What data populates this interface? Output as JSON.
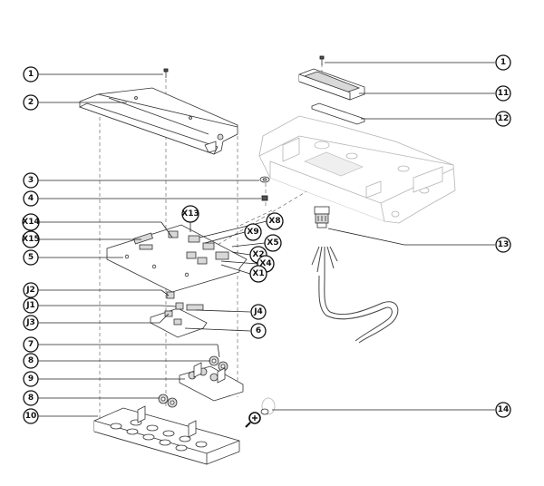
{
  "callouts": [
    {
      "id": "c1a",
      "label": "1"
    },
    {
      "id": "c2",
      "label": "2"
    },
    {
      "id": "c3",
      "label": "3"
    },
    {
      "id": "c4",
      "label": "4"
    },
    {
      "id": "cX14",
      "label": "X14"
    },
    {
      "id": "cX15",
      "label": "X15"
    },
    {
      "id": "c5",
      "label": "5"
    },
    {
      "id": "cJ2",
      "label": "J2"
    },
    {
      "id": "cJ1",
      "label": "J1"
    },
    {
      "id": "cJ3",
      "label": "J3"
    },
    {
      "id": "c7",
      "label": "7"
    },
    {
      "id": "c8a",
      "label": "8"
    },
    {
      "id": "c9",
      "label": "9"
    },
    {
      "id": "c8b",
      "label": "8"
    },
    {
      "id": "c10",
      "label": "10"
    },
    {
      "id": "c1b",
      "label": "1"
    },
    {
      "id": "c11",
      "label": "11"
    },
    {
      "id": "c12",
      "label": "12"
    },
    {
      "id": "c13",
      "label": "13"
    },
    {
      "id": "c14",
      "label": "14"
    },
    {
      "id": "cX13",
      "label": "X13"
    },
    {
      "id": "cX8",
      "label": "X8"
    },
    {
      "id": "cX9",
      "label": "X9"
    },
    {
      "id": "cX5",
      "label": "X5"
    },
    {
      "id": "cX2",
      "label": "X2"
    },
    {
      "id": "cX4",
      "label": "X4"
    },
    {
      "id": "cX1",
      "label": "X1"
    },
    {
      "id": "cJ4",
      "label": "J4"
    },
    {
      "id": "c6",
      "label": "6"
    }
  ],
  "icons": {
    "zoom": "magnifier-plus-icon"
  }
}
